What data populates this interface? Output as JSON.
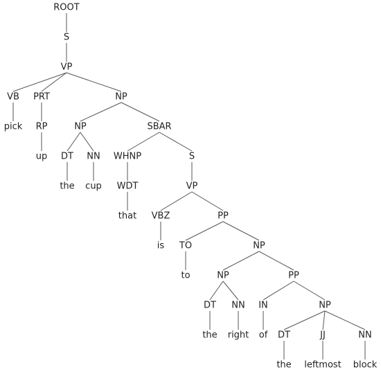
{
  "parse_tree": {
    "nodes": [
      {
        "id": "n0",
        "label": "ROOT"
      },
      {
        "id": "n1",
        "label": "S"
      },
      {
        "id": "n2",
        "label": "VP"
      },
      {
        "id": "n3",
        "label": "VB"
      },
      {
        "id": "n4",
        "label": "PRT"
      },
      {
        "id": "n5",
        "label": "NP"
      },
      {
        "id": "n6",
        "label": "pick"
      },
      {
        "id": "n7",
        "label": "RP"
      },
      {
        "id": "n8",
        "label": "NP"
      },
      {
        "id": "n9",
        "label": "SBAR"
      },
      {
        "id": "n10",
        "label": "up"
      },
      {
        "id": "n11",
        "label": "DT"
      },
      {
        "id": "n12",
        "label": "NN"
      },
      {
        "id": "n13",
        "label": "WHNP"
      },
      {
        "id": "n14",
        "label": "S"
      },
      {
        "id": "n15",
        "label": "the"
      },
      {
        "id": "n16",
        "label": "cup"
      },
      {
        "id": "n17",
        "label": "WDT"
      },
      {
        "id": "n18",
        "label": "VP"
      },
      {
        "id": "n19",
        "label": "that"
      },
      {
        "id": "n20",
        "label": "VBZ"
      },
      {
        "id": "n21",
        "label": "PP"
      },
      {
        "id": "n22",
        "label": "is"
      },
      {
        "id": "n23",
        "label": "TO"
      },
      {
        "id": "n24",
        "label": "NP"
      },
      {
        "id": "n25",
        "label": "to"
      },
      {
        "id": "n26",
        "label": "NP"
      },
      {
        "id": "n27",
        "label": "PP"
      },
      {
        "id": "n28",
        "label": "DT"
      },
      {
        "id": "n29",
        "label": "NN"
      },
      {
        "id": "n30",
        "label": "IN"
      },
      {
        "id": "n31",
        "label": "NP"
      },
      {
        "id": "n32",
        "label": "the"
      },
      {
        "id": "n33",
        "label": "right"
      },
      {
        "id": "n34",
        "label": "of"
      },
      {
        "id": "n35",
        "label": "DT"
      },
      {
        "id": "n36",
        "label": "JJ"
      },
      {
        "id": "n37",
        "label": "NN"
      },
      {
        "id": "n38",
        "label": "the"
      },
      {
        "id": "n39",
        "label": "leftmost"
      },
      {
        "id": "n40",
        "label": "block"
      }
    ],
    "edges": [
      [
        "n0",
        "n1"
      ],
      [
        "n1",
        "n2"
      ],
      [
        "n2",
        "n3"
      ],
      [
        "n2",
        "n4"
      ],
      [
        "n2",
        "n5"
      ],
      [
        "n3",
        "n6"
      ],
      [
        "n4",
        "n7"
      ],
      [
        "n7",
        "n10"
      ],
      [
        "n5",
        "n8"
      ],
      [
        "n5",
        "n9"
      ],
      [
        "n8",
        "n11"
      ],
      [
        "n8",
        "n12"
      ],
      [
        "n11",
        "n15"
      ],
      [
        "n12",
        "n16"
      ],
      [
        "n9",
        "n13"
      ],
      [
        "n9",
        "n14"
      ],
      [
        "n13",
        "n17"
      ],
      [
        "n17",
        "n19"
      ],
      [
        "n14",
        "n18"
      ],
      [
        "n18",
        "n20"
      ],
      [
        "n18",
        "n21"
      ],
      [
        "n20",
        "n22"
      ],
      [
        "n21",
        "n23"
      ],
      [
        "n21",
        "n24"
      ],
      [
        "n23",
        "n25"
      ],
      [
        "n24",
        "n26"
      ],
      [
        "n24",
        "n27"
      ],
      [
        "n26",
        "n28"
      ],
      [
        "n26",
        "n29"
      ],
      [
        "n28",
        "n32"
      ],
      [
        "n29",
        "n33"
      ],
      [
        "n27",
        "n30"
      ],
      [
        "n27",
        "n31"
      ],
      [
        "n30",
        "n34"
      ],
      [
        "n31",
        "n35"
      ],
      [
        "n31",
        "n36"
      ],
      [
        "n31",
        "n37"
      ],
      [
        "n35",
        "n38"
      ],
      [
        "n36",
        "n39"
      ],
      [
        "n37",
        "n40"
      ]
    ]
  }
}
